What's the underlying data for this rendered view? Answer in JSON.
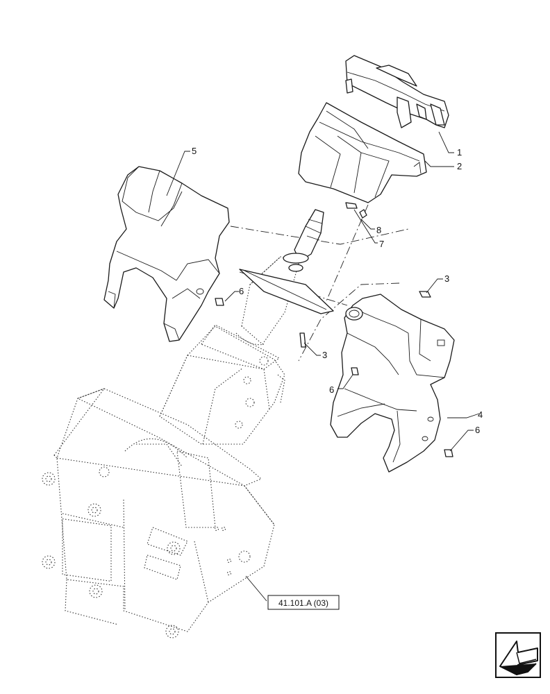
{
  "callouts": [
    {
      "id": "callout-1",
      "text": "1"
    },
    {
      "id": "callout-2",
      "text": "2"
    },
    {
      "id": "callout-3-upper",
      "text": "3"
    },
    {
      "id": "callout-3-lower",
      "text": "3"
    },
    {
      "id": "callout-4",
      "text": "4"
    },
    {
      "id": "callout-5",
      "text": "5"
    },
    {
      "id": "callout-6-left",
      "text": "6"
    },
    {
      "id": "callout-6-mid",
      "text": "6"
    },
    {
      "id": "callout-6-right",
      "text": "6"
    },
    {
      "id": "callout-7",
      "text": "7"
    },
    {
      "id": "callout-8",
      "text": "8"
    }
  ],
  "reference": {
    "label": "41.101.A (03)"
  },
  "nav_icon": "arrow-navigation-icon"
}
